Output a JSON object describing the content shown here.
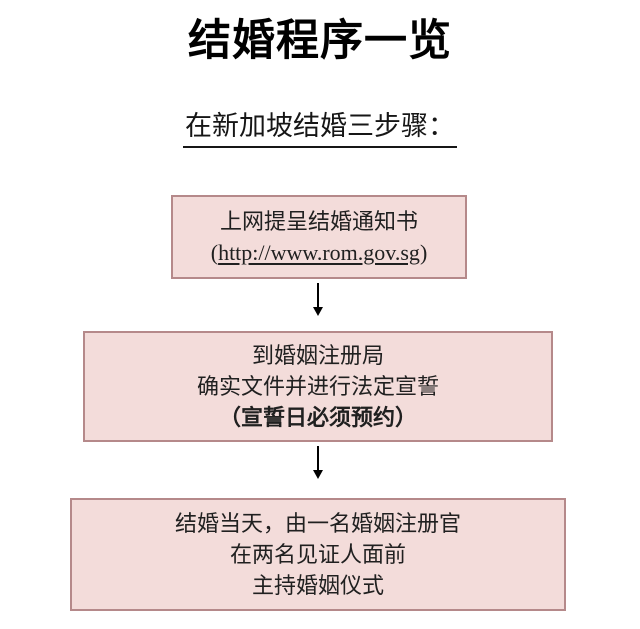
{
  "page": {
    "title": "结婚程序一览",
    "subtitle": "在新加坡结婚三步骤："
  },
  "colors": {
    "box_fill": "#f3dcda",
    "box_border": "#b5898a",
    "arrow": "#000000",
    "text": "#1e1e1e"
  },
  "icons": {
    "flow_arrow": "down-arrow"
  },
  "flowchart": {
    "steps": [
      {
        "lines": [
          "上网提呈结婚通知书"
        ],
        "link_open": "(",
        "link_text": "http://www.rom.gov.sg",
        "link_close": ")"
      },
      {
        "lines": [
          "到婚姻注册局",
          "确实文件并进行法定宣誓",
          "（宣誓日必须预约）"
        ]
      },
      {
        "lines": [
          "结婚当天，由一名婚姻注册官",
          "在两名见证人面前",
          "主持婚姻仪式"
        ]
      }
    ]
  }
}
